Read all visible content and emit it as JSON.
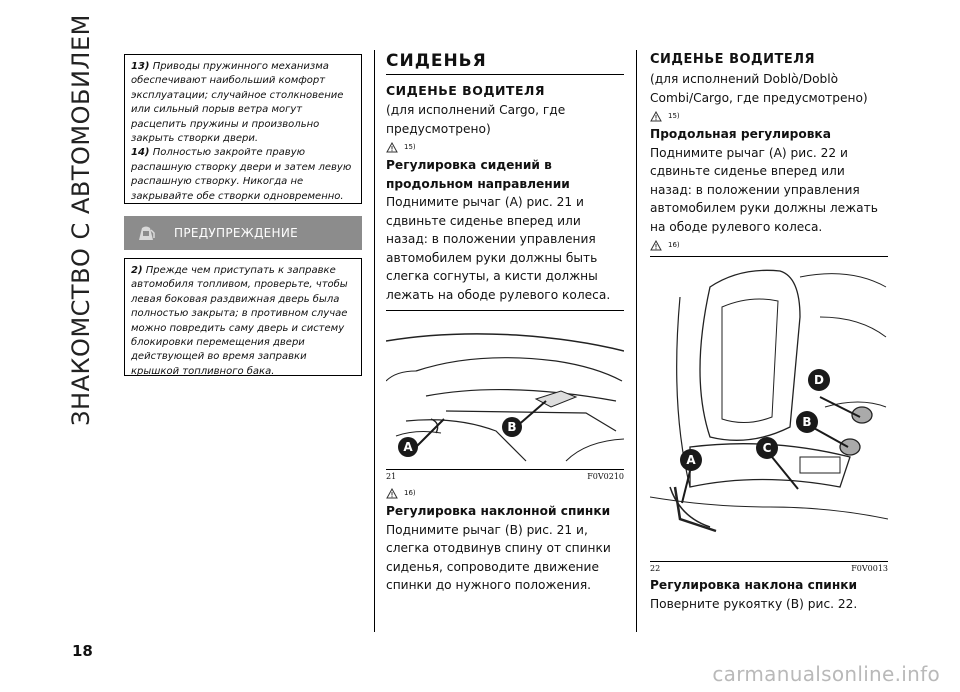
{
  "section_side_title": "ЗНАКОМСТВО С АВТОМОБИЛЕМ",
  "page_number": "18",
  "notes": [
    {
      "num": "13)",
      "text": "Приводы пружинного механизма обеспечивают наибольший комфорт эксплуатации; случайное столкновение или сильный порыв ветра могут расцепить пружины и произвольно закрыть створки двери."
    },
    {
      "num": "14)",
      "text": "Полностью закройте правую распашную створку двери и затем левую распашную створку. Никогда не закрывайте обе створки одновременно."
    }
  ],
  "warning": {
    "label": "ПРЕДУПРЕЖДЕНИЕ",
    "num": "2)",
    "text": "Прежде чем приступать к заправке автомобиля топливом, проверьте, чтобы левая боковая раздвижная дверь была полностью закрыта; в противном случае можно повредить саму дверь и систему блокировки перемещения двери действующей во время заправки крышкой топливного бака."
  },
  "middle": {
    "heading": "СИДЕНЬЯ",
    "subheading": "СИДЕНЬЕ ВОДИТЕЛЯ",
    "variant": "(для исполнений Cargo, где предусмотрено)",
    "ref1": "15)",
    "proc1_title": "Регулировка сидений в продольном направлении",
    "proc1_text": "Поднимите рычаг (A) рис. 21 и сдвиньте сиденье вперед или назад: в положении управления автомобилем руки должны быть слегка согнуты, а кисти должны лежать на ободе рулевого колеса.",
    "figure": {
      "number": "21",
      "code": "F0V0210",
      "labels": [
        "A",
        "B"
      ]
    },
    "ref2": "16)",
    "proc2_title": "Регулировка наклонной спинки",
    "proc2_text": "Поднимите рычаг (B) рис. 21 и, слегка отодвинув спину от спинки сиденья, сопроводите движение спинки до нужного положения."
  },
  "right": {
    "subheading": "СИДЕНЬЕ ВОДИТЕЛЯ",
    "variant": "(для исполнений Doblò/Doblò Combi/Cargo, где предусмотрено)",
    "ref1": "15)",
    "proc1_title": "Продольная регулировка",
    "proc1_text": "Поднимите рычаг (A) рис. 22 и сдвиньте сиденье вперед или назад: в положении управления автомобилем руки должны лежать на ободе рулевого колеса.",
    "ref2": "16)",
    "figure": {
      "number": "22",
      "code": "F0V0013",
      "labels": [
        "A",
        "B",
        "C",
        "D"
      ]
    },
    "proc2_title": "Регулировка наклона спинки",
    "proc2_text": "Поверните рукоятку (B) рис. 22."
  },
  "watermark": "carmanualsonline.info",
  "colors": {
    "warning_bar": "#8c8c8c",
    "callout": "#1a1a1a",
    "watermark": "#b9b9b9"
  }
}
